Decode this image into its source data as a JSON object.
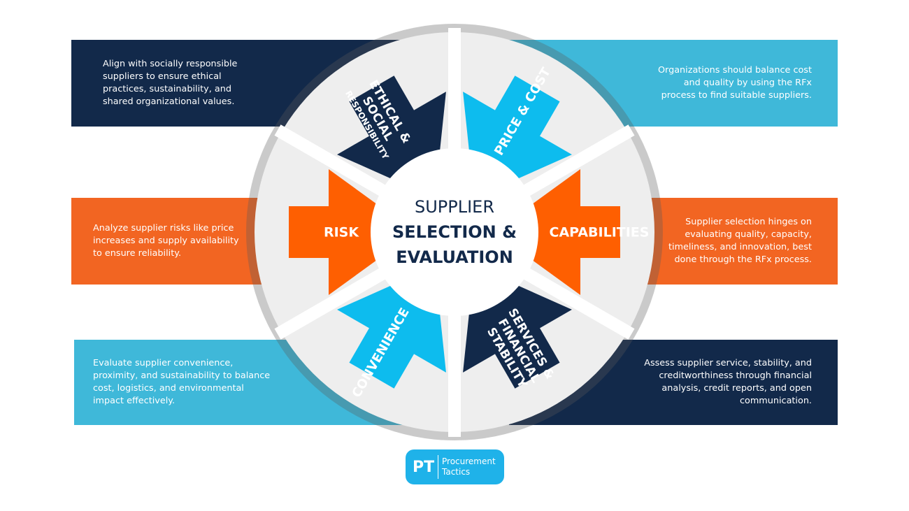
{
  "center": {
    "line1": "SUPPLIER",
    "line2": "SELECTION &",
    "line3": "EVALUATION"
  },
  "segments": {
    "ethical": {
      "label_lines": [
        "ETHICAL &",
        "SOCIAL",
        "RESPONSIBILITY"
      ],
      "description": "Align with socially responsible suppliers to ensure ethical practices, sustainability, and shared organizational values.",
      "color": "#12294a"
    },
    "price": {
      "label": "PRICE & COST",
      "description": "Organizations should balance cost and quality by using the RFx process to find suitable suppliers.",
      "color": "#0dbcee"
    },
    "risk": {
      "label": "RISK",
      "description": "Analyze supplier risks like price increases and supply availability to ensure reliability.",
      "color": "#fe5f01"
    },
    "capabilities": {
      "label": "CAPABILITIES",
      "description": "Supplier selection hinges on evaluating quality, capacity, timeliness, and innovation, best done through the RFx process.",
      "color": "#fe5f01"
    },
    "convenience": {
      "label": "CONVENIENCE",
      "description": "Evaluate supplier convenience, proximity, and sustainability to balance cost, logistics, and environmental impact effectively.",
      "color": "#0dbcee"
    },
    "services": {
      "label_lines": [
        "SERVICES &",
        "FINANCIAL",
        "STABILITY"
      ],
      "description": "Assess supplier service, stability, and creditworthiness through financial analysis, credit reports, and open communication.",
      "color": "#12294a"
    }
  },
  "logo": {
    "mark": "PT",
    "line1": "Procurement",
    "line2": "Tactics"
  }
}
